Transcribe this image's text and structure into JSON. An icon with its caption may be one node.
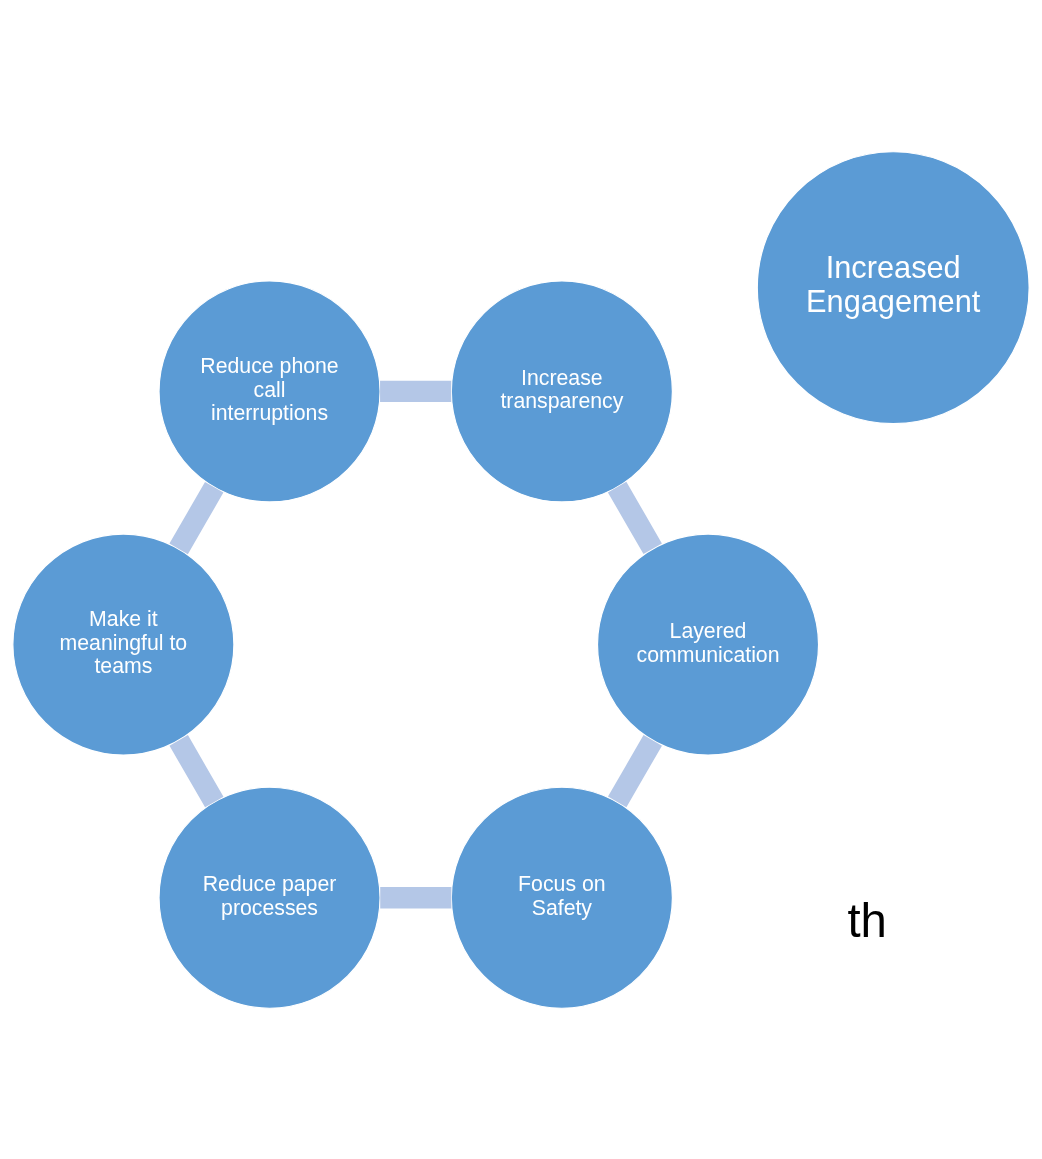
{
  "diagram": {
    "nodes": [
      {
        "text": [
          "Focus on Safety"
        ]
      },
      {
        "text": [
          "Reduce paper processes"
        ]
      },
      {
        "text": [
          "Make it meaningful to teams"
        ]
      },
      {
        "text": [
          "Reduce phone call interruptions"
        ]
      },
      {
        "text": [
          "Increase transparency"
        ]
      },
      {
        "text": [
          "Layered communication"
        ]
      },
      {
        "text": [
          "Increased Engagement"
        ]
      }
    ],
    "edges": [
      {
        "from": 0,
        "to": 1,
        "arrow": "none"
      },
      {
        "from": 1,
        "to": 2,
        "arrow": "none"
      },
      {
        "from": 2,
        "to": 3,
        "arrow": "none"
      },
      {
        "from": 3,
        "to": 4,
        "arrow": "none"
      },
      {
        "from": 4,
        "to": 5,
        "arrow": "none"
      },
      {
        "from": 5,
        "to": 0,
        "arrow": "none"
      }
    ],
    "labels": [
      "th"
    ]
  }
}
